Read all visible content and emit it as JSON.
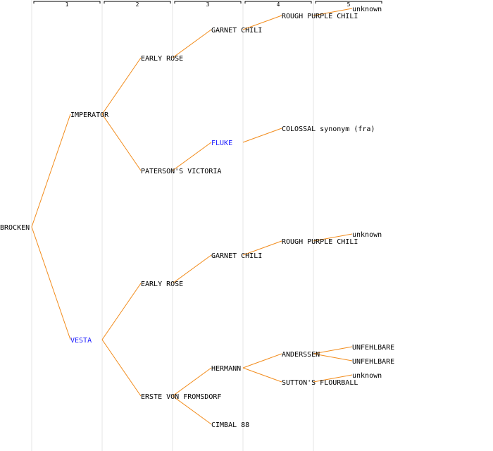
{
  "generations": [
    {
      "label": "1"
    },
    {
      "label": "2"
    },
    {
      "label": "3"
    },
    {
      "label": "4"
    },
    {
      "label": "5"
    }
  ],
  "colors": {
    "line": "#f28c1c",
    "gridline": "#e6e6e6",
    "normal_text": "#000000",
    "highlight_text": "#1a1aff",
    "bracket": "#000000"
  },
  "tree": {
    "root": "BROCKEN",
    "nodes": [
      {
        "id": "n0",
        "label": "BROCKEN",
        "highlight": false
      },
      {
        "id": "n1",
        "label": "IMPERATOR",
        "highlight": false
      },
      {
        "id": "n2",
        "label": "VESTA",
        "highlight": true
      },
      {
        "id": "n3",
        "label": "EARLY ROSE",
        "highlight": false
      },
      {
        "id": "n4",
        "label": "PATERSON'S VICTORIA",
        "highlight": false
      },
      {
        "id": "n5",
        "label": "EARLY ROSE",
        "highlight": false
      },
      {
        "id": "n6",
        "label": "ERSTE VON FROMSDORF",
        "highlight": false
      },
      {
        "id": "n7",
        "label": "GARNET CHILI",
        "highlight": false
      },
      {
        "id": "n8",
        "label": "FLUKE",
        "highlight": true
      },
      {
        "id": "n9",
        "label": "GARNET CHILI",
        "highlight": false
      },
      {
        "id": "n10",
        "label": "HERMANN",
        "highlight": false
      },
      {
        "id": "n11",
        "label": "CIMBAL 88",
        "highlight": false
      },
      {
        "id": "n12",
        "label": "ROUGH PURPLE CHILI",
        "highlight": false
      },
      {
        "id": "n13",
        "label": "COLOSSAL synonym (fra)",
        "highlight": false
      },
      {
        "id": "n14",
        "label": "ROUGH PURPLE CHILI",
        "highlight": false
      },
      {
        "id": "n15",
        "label": "ANDERSSEN",
        "highlight": false
      },
      {
        "id": "n16",
        "label": "SUTTON'S FLOURBALL",
        "highlight": false
      },
      {
        "id": "n17",
        "label": "unknown",
        "highlight": false
      },
      {
        "id": "n18",
        "label": "unknown",
        "highlight": false
      },
      {
        "id": "n19",
        "label": "UNFEHLBARE",
        "highlight": false
      },
      {
        "id": "n20",
        "label": "UNFEHLBARE",
        "highlight": false
      },
      {
        "id": "n21",
        "label": "unknown",
        "highlight": false
      }
    ],
    "edges": [
      {
        "from": "n0",
        "to": "n1"
      },
      {
        "from": "n0",
        "to": "n2"
      },
      {
        "from": "n1",
        "to": "n3"
      },
      {
        "from": "n1",
        "to": "n4"
      },
      {
        "from": "n2",
        "to": "n5"
      },
      {
        "from": "n2",
        "to": "n6"
      },
      {
        "from": "n3",
        "to": "n7"
      },
      {
        "from": "n4",
        "to": "n8"
      },
      {
        "from": "n5",
        "to": "n9"
      },
      {
        "from": "n6",
        "to": "n10"
      },
      {
        "from": "n6",
        "to": "n11"
      },
      {
        "from": "n7",
        "to": "n12"
      },
      {
        "from": "n8",
        "to": "n13"
      },
      {
        "from": "n9",
        "to": "n14"
      },
      {
        "from": "n10",
        "to": "n15"
      },
      {
        "from": "n10",
        "to": "n16"
      },
      {
        "from": "n12",
        "to": "n17"
      },
      {
        "from": "n14",
        "to": "n18"
      },
      {
        "from": "n15",
        "to": "n19"
      },
      {
        "from": "n15",
        "to": "n20"
      },
      {
        "from": "n16",
        "to": "n21"
      }
    ]
  }
}
